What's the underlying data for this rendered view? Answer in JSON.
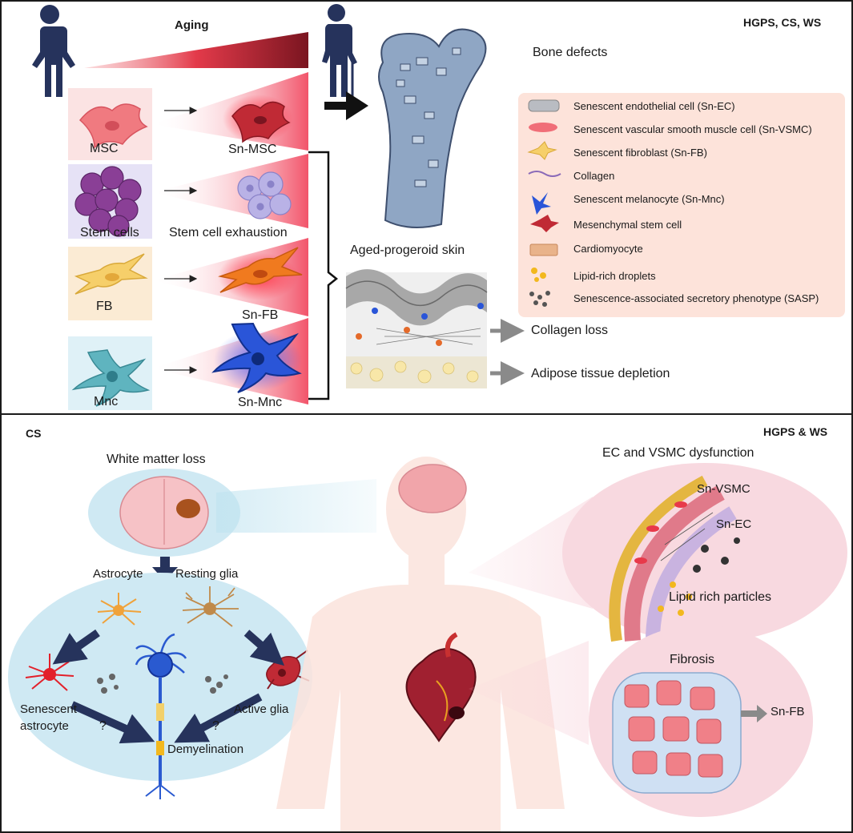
{
  "top_panel": {
    "aging_label": "Aging",
    "syndromes_label": "HGPS, CS,  WS",
    "cells": {
      "msc": "MSC",
      "sn_msc": "Sn-MSC",
      "stem_cells": "Stem cells",
      "stem_cell_exhaustion": "Stem cell exhaustion",
      "fb": "FB",
      "sn_fb": "Sn-FB",
      "mnc": "Mnc",
      "sn_mnc": "Sn-Mnc"
    },
    "bone_defects": "Bone defects",
    "skin_title": "Aged-progeroid skin",
    "collagen_loss": "Collagen loss",
    "adipose_depletion": "Adipose tissue depletion",
    "legend": [
      {
        "icon": "endothelial-cell-icon",
        "label": "Senescent endothelial cell (Sn-EC)"
      },
      {
        "icon": "vsmc-icon",
        "label": "Senescent vascular smooth muscle cell (Sn-VSMC)"
      },
      {
        "icon": "fibroblast-icon",
        "label": "Senescent fibroblast (Sn-FB)"
      },
      {
        "icon": "collagen-icon",
        "label": "Collagen"
      },
      {
        "icon": "melanocyte-icon",
        "label": "Senescent melanocyte (Sn-Mnc)"
      },
      {
        "icon": "mesenchymal-cell-icon",
        "label": "Mesenchymal stem cell"
      },
      {
        "icon": "cardiomyocyte-icon",
        "label": "Cardiomyocyte"
      },
      {
        "icon": "lipid-droplet-icon",
        "label": "Lipid-rich droplets"
      },
      {
        "icon": "sasp-icon",
        "label": "Senescence-associated secretory phenotype (SASP)"
      }
    ]
  },
  "bottom_panel": {
    "cs_label": "CS",
    "hgps_ws_label": "HGPS & WS",
    "white_matter_loss": "White matter loss",
    "astrocyte": "Astrocyte",
    "resting_glia": "Resting glia",
    "senescent_astrocyte_1": "Senescent",
    "senescent_astrocyte_2": "astrocyte",
    "active_glia": "Active glia",
    "question_mark": "?",
    "demyelination": "Demyelination",
    "ec_vsmc_dysfunction": "EC and VSMC dysfunction",
    "sn_vsmc": "Sn-VSMC",
    "sn_ec": "Sn-EC",
    "lipid_particles": "Lipid rich particles",
    "fibrosis": "Fibrosis",
    "sn_fb": "Sn-FB"
  },
  "colors": {
    "senescence_red": "#e8394a",
    "navy_figure": "#26335c",
    "legend_bg": "#fde3da",
    "cell_box_pink": "#fbe3e3",
    "cell_box_purple": "#e6e2f6",
    "cell_box_tan": "#fbebd4",
    "cell_box_blue": "#dff1f7",
    "brain_bubble": "#cfe9f3",
    "organ_bubble": "#f8d9e0"
  }
}
